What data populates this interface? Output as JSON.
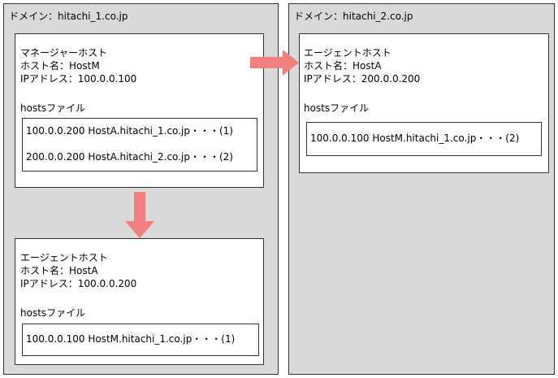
{
  "domains": [
    {
      "label": "ドメイン：hitachi_1.co.jp",
      "hosts": [
        {
          "role": "マネージャーホスト",
          "hostname": "ホスト名：HostM",
          "ip": "IPアドレス：100.0.0.100",
          "hosts_file_label": "hostsファイル",
          "entries": [
            "100.0.0.200 HostA.hitachi_1.co.jp・・・(1)",
            "200.0.0.200 HostA.hitachi_2.co.jp・・・(2)"
          ]
        },
        {
          "role": "エージェントホスト",
          "hostname": "ホスト名：HostA",
          "ip": "IPアドレス：100.0.0.200",
          "hosts_file_label": "hostsファイル",
          "entries": [
            "100.0.0.100 HostM.hitachi_1.co.jp・・・(1)"
          ]
        }
      ]
    },
    {
      "label": "ドメイン：hitachi_2.co.jp",
      "hosts": [
        {
          "role": "エージェントホスト",
          "hostname": "ホスト名：HostA",
          "ip": "IPアドレス：200.0.0.200",
          "hosts_file_label": "hostsファイル",
          "entries": [
            "100.0.0.100 HostM.hitachi_1.co.jp・・・(2)"
          ]
        }
      ]
    }
  ],
  "colors": {
    "domain_bg": "#d9d9d9",
    "arrow": "#f08080",
    "border": "#333333"
  }
}
